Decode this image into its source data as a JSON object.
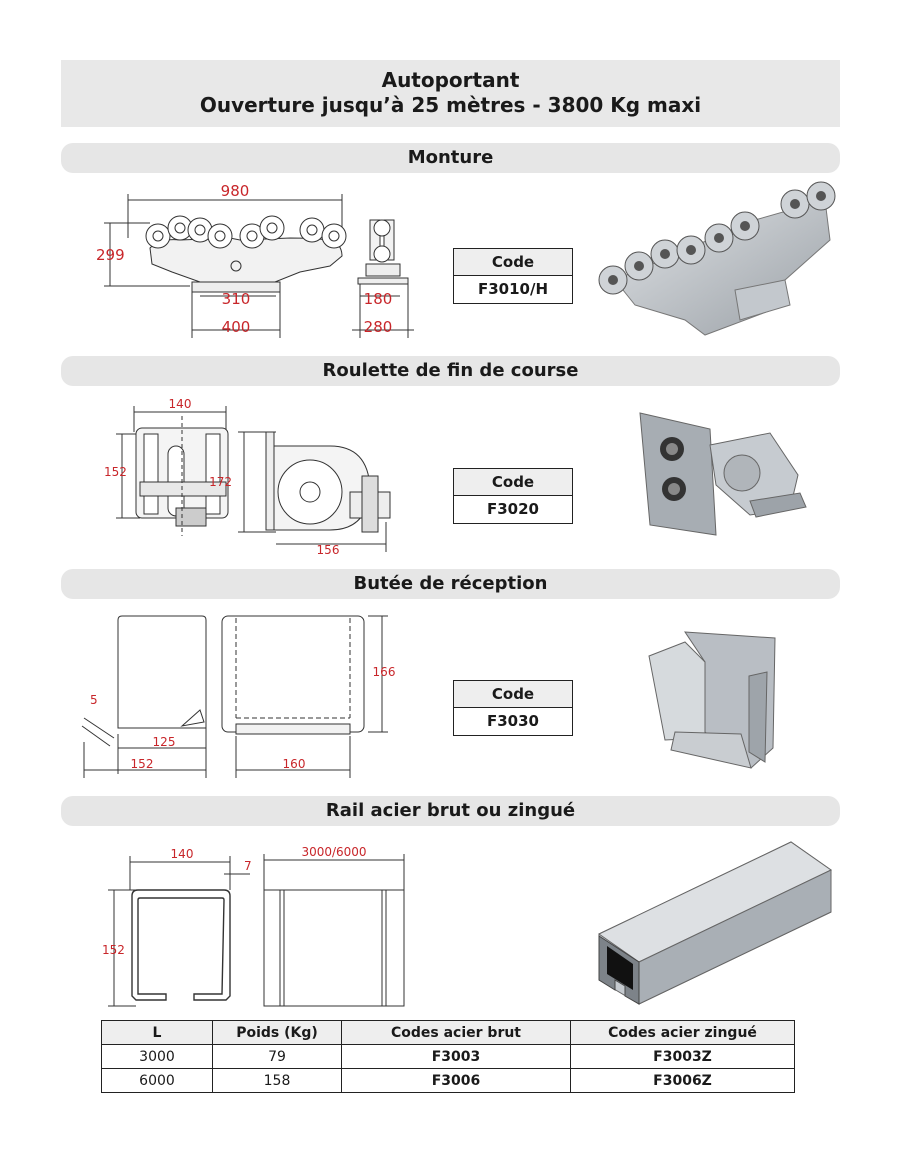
{
  "header": {
    "line1": "Autoportant",
    "line2": "Ouverture jusqu’à 25 mètres - 3800 Kg maxi"
  },
  "sections": [
    {
      "title": "Monture",
      "code_header": "Code",
      "code": "F3010/H",
      "dimensions": [
        "980",
        "299",
        "310",
        "400",
        "180",
        "280"
      ]
    },
    {
      "title": "Roulette de fin de course",
      "code_header": "Code",
      "code": "F3020",
      "dimensions": [
        "140",
        "152",
        "172",
        "156"
      ]
    },
    {
      "title": "Butée de réception",
      "code_header": "Code",
      "code": "F3030",
      "dimensions": [
        "5",
        "125",
        "152",
        "160",
        "166"
      ]
    },
    {
      "title": "Rail acier brut ou zingué",
      "dimensions": [
        "140",
        "7",
        "3000/6000",
        "152"
      ]
    }
  ],
  "rail_table": {
    "headers": [
      "L",
      "Poids (Kg)",
      "Codes acier brut",
      "Codes acier zingué"
    ],
    "rows": [
      [
        "3000",
        "79",
        "F3003",
        "F3003Z"
      ],
      [
        "6000",
        "158",
        "F3006",
        "F3006Z"
      ]
    ]
  },
  "colors": {
    "dimension_text": "#c8262a",
    "section_band": "#e6e6e6",
    "metal": "#b9bec4"
  }
}
